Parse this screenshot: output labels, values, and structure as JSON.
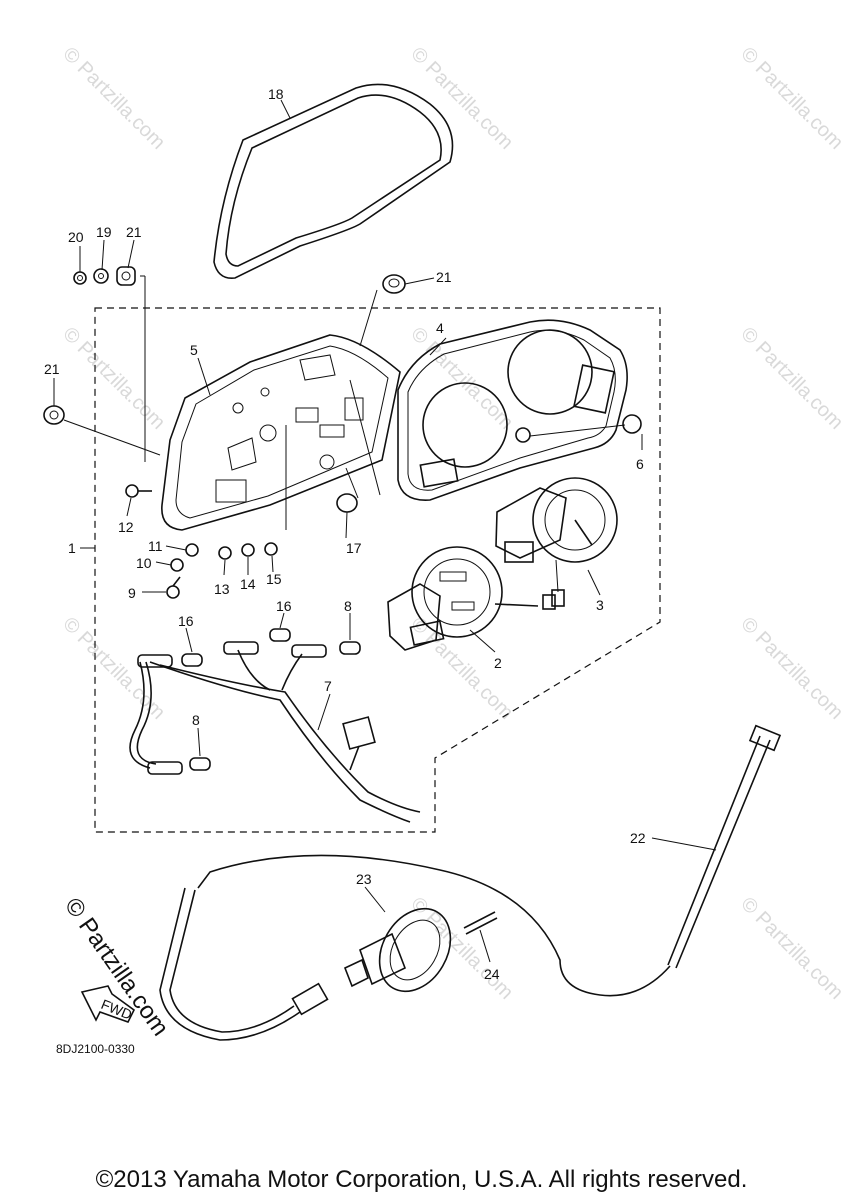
{
  "watermark": {
    "text": "© Partzilla.com",
    "large_text": "© Partzilla.com"
  },
  "callouts": {
    "c1": "1",
    "c2": "2",
    "c3": "3",
    "c4": "4",
    "c5": "5",
    "c6": "6",
    "c7": "7",
    "c8a": "8",
    "c8b": "8",
    "c9": "9",
    "c10": "10",
    "c11": "11",
    "c12": "12",
    "c13": "13",
    "c14": "14",
    "c15": "15",
    "c16a": "16",
    "c16b": "16",
    "c17": "17",
    "c18": "18",
    "c19": "19",
    "c20": "20",
    "c21a": "21",
    "c21b": "21",
    "c21c": "21",
    "c22": "22",
    "c23": "23",
    "c24": "24"
  },
  "direction_label": "FWD",
  "diagram_code": "8DJ2100-0330",
  "copyright": "©2013 Yamaha Motor Corporation, U.S.A. All rights reserved."
}
